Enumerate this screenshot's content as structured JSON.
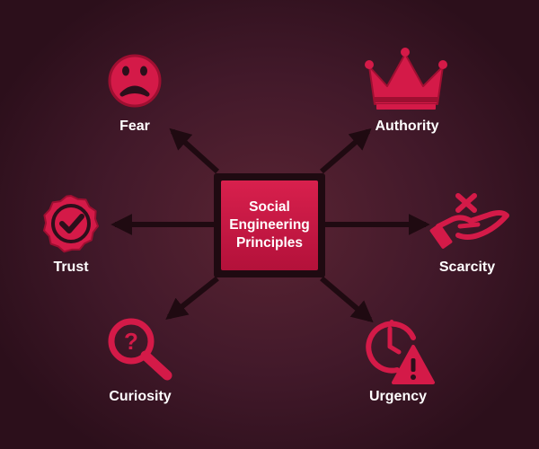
{
  "hub": {
    "title": "Social\nEngineering\nPrinciples"
  },
  "nodes": [
    {
      "id": "fear",
      "label": "Fear",
      "icon": "frown-face-icon"
    },
    {
      "id": "authority",
      "label": "Authority",
      "icon": "crown-icon"
    },
    {
      "id": "trust",
      "label": "Trust",
      "icon": "badge-check-icon"
    },
    {
      "id": "scarcity",
      "label": "Scarcity",
      "icon": "hand-cross-icon"
    },
    {
      "id": "curiosity",
      "label": "Curiosity",
      "icon": "magnifier-question-icon"
    },
    {
      "id": "urgency",
      "label": "Urgency",
      "icon": "clock-warning-icon"
    }
  ],
  "colors": {
    "accent": "#d41a48",
    "accent_dark": "#9e0f31",
    "connector": "#1f0a11",
    "label": "#ffffff"
  }
}
